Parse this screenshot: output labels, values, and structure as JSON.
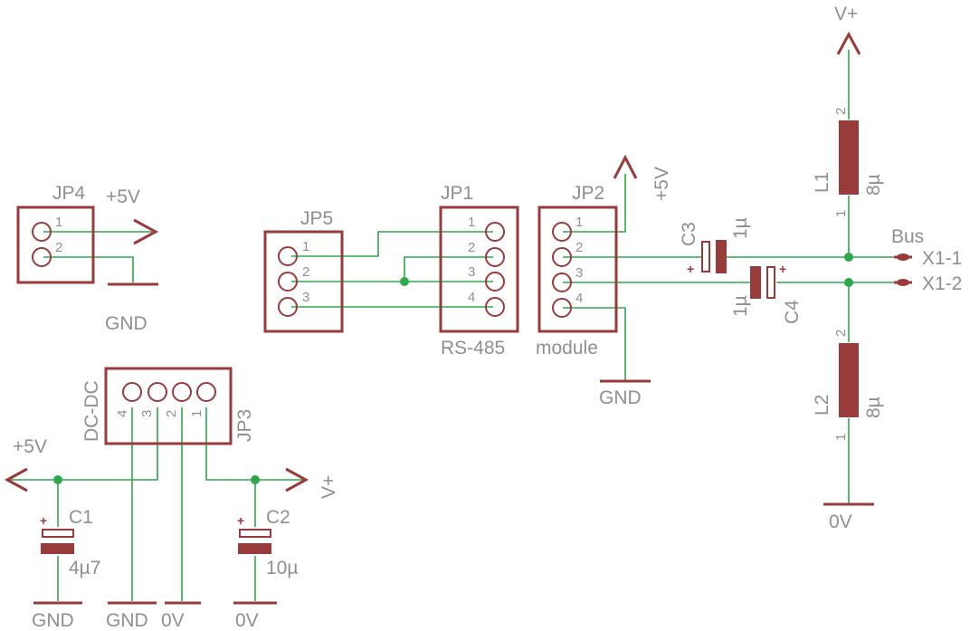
{
  "colors": {
    "wire": "#2ea84b",
    "symbol": "#9a3b3b",
    "text": "#8f8f8f"
  },
  "connectors": {
    "jp4": {
      "name": "JP4",
      "pins": [
        "1",
        "2"
      ]
    },
    "jp5": {
      "name": "JP5",
      "pins": [
        "1",
        "2",
        "3"
      ]
    },
    "jp1": {
      "name": "JP1",
      "pins": [
        "1",
        "2",
        "3",
        "4"
      ],
      "caption": "RS-485"
    },
    "jp2": {
      "name": "JP2",
      "pins": [
        "1",
        "2",
        "3",
        "4"
      ],
      "caption": "module"
    },
    "jp3": {
      "name": "JP3",
      "pins": [
        "4",
        "3",
        "2",
        "1"
      ],
      "caption": "DC-DC"
    }
  },
  "components": {
    "c1": {
      "name": "C1",
      "value": "4µ7"
    },
    "c2": {
      "name": "C2",
      "value": "10µ"
    },
    "c3": {
      "name": "C3",
      "value": "1µ"
    },
    "c4": {
      "name": "C4",
      "value": "1µ"
    },
    "l1": {
      "name": "L1",
      "value": "8µ",
      "pin_top": "2",
      "pin_bottom": "1"
    },
    "l2": {
      "name": "L2",
      "value": "8µ",
      "pin_top": "2",
      "pin_bottom": "1"
    }
  },
  "supplies": {
    "p5v_jp4": "+5V",
    "gnd_jp4": "GND",
    "p5v_jp2": "+5V",
    "gnd_jp2": "GND",
    "vplus_top": "V+",
    "zero_v_right": "0V",
    "p5v_left": "+5V",
    "vplus_dcdc": "V+",
    "gnd_c1": "GND",
    "gnd_dcdc": "GND",
    "zero_v_dcdc": "0V",
    "zero_v_c2": "0V"
  },
  "bus": {
    "label": "Bus",
    "x1_1": "X1-1",
    "x1_2": "X1-2"
  }
}
